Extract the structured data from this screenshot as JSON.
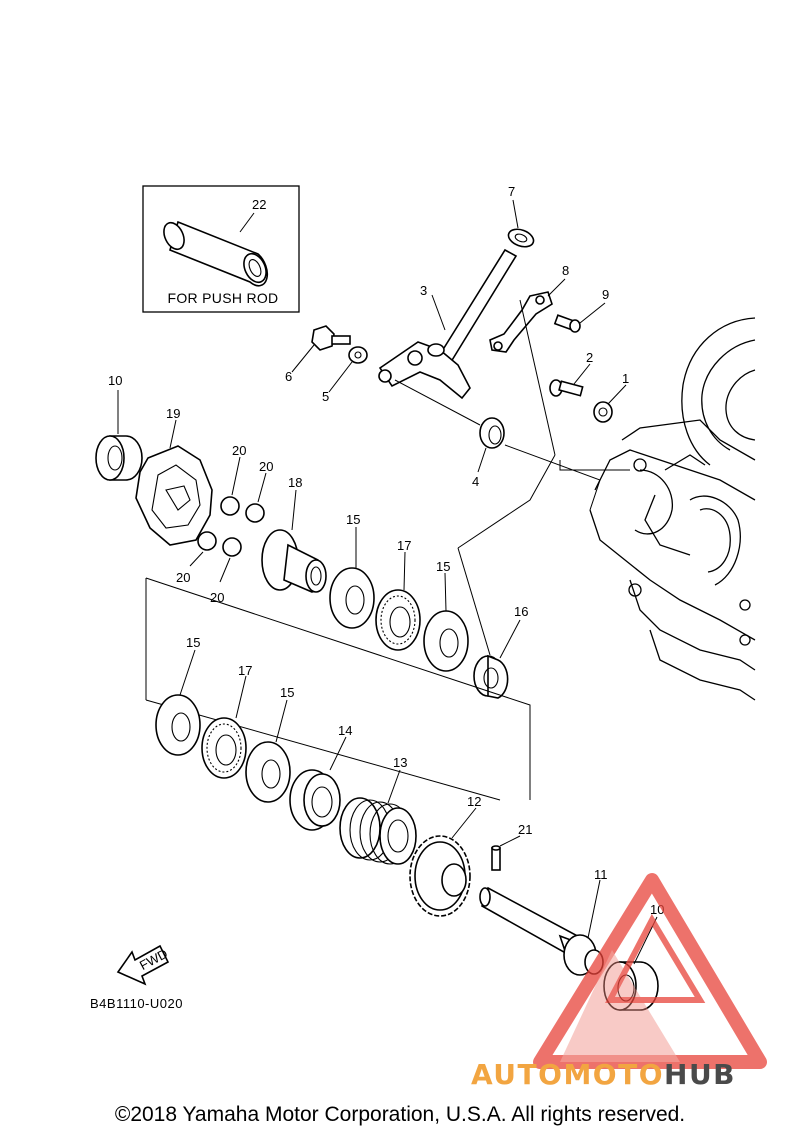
{
  "diagram": {
    "inset_label": "FOR PUSH ROD",
    "drawing_code": "B4B1110-U020",
    "direction_label": "FWD",
    "callouts": [
      "1",
      "2",
      "3",
      "4",
      "5",
      "6",
      "7",
      "8",
      "9",
      "10",
      "10",
      "11",
      "12",
      "13",
      "14",
      "15",
      "15",
      "15",
      "16",
      "17",
      "17",
      "18",
      "19",
      "20",
      "20",
      "20",
      "20",
      "21",
      "22"
    ]
  },
  "watermark": {
    "brand_part1": "AUTOMOTO",
    "brand_part2": "HUB",
    "color_primary": "#e8433a",
    "color_secondary": "#f2a541"
  },
  "footer": {
    "copyright": "©2018 Yamaha Motor Corporation, U.S.A. All rights reserved."
  }
}
